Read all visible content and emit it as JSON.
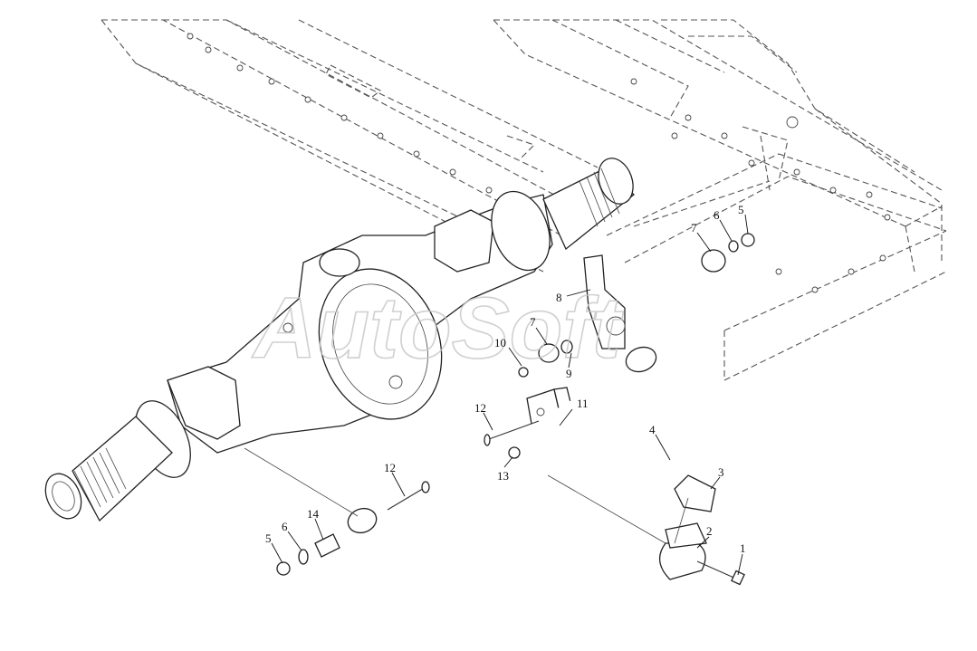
{
  "watermark": "AutoSoft",
  "callouts": [
    {
      "id": "c1",
      "label": "1"
    },
    {
      "id": "c2",
      "label": "2"
    },
    {
      "id": "c3",
      "label": "3"
    },
    {
      "id": "c4",
      "label": "4"
    },
    {
      "id": "c5a",
      "label": "5"
    },
    {
      "id": "c5b",
      "label": "5"
    },
    {
      "id": "c6a",
      "label": "6"
    },
    {
      "id": "c6b",
      "label": "6"
    },
    {
      "id": "c7a",
      "label": "7"
    },
    {
      "id": "c7b",
      "label": "7"
    },
    {
      "id": "c8",
      "label": "8"
    },
    {
      "id": "c9",
      "label": "9"
    },
    {
      "id": "c10",
      "label": "10"
    },
    {
      "id": "c11",
      "label": "11"
    },
    {
      "id": "c12a",
      "label": "12"
    },
    {
      "id": "c12b",
      "label": "12"
    },
    {
      "id": "c13",
      "label": "13"
    },
    {
      "id": "c14",
      "label": "14"
    }
  ]
}
